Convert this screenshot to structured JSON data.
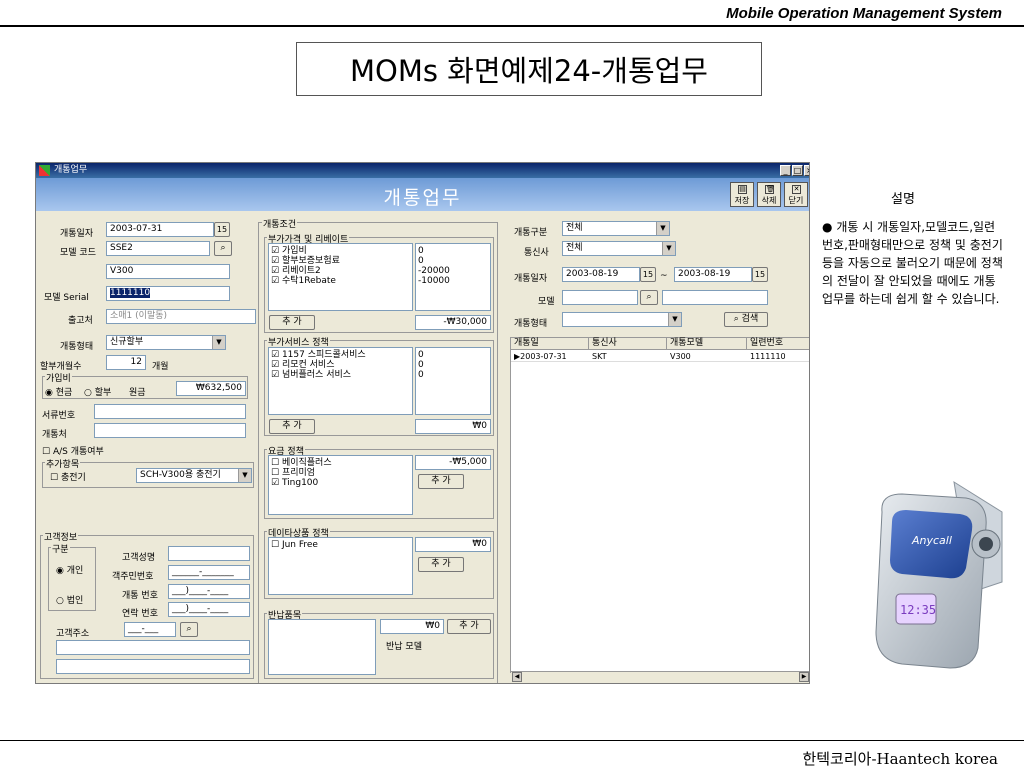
{
  "slide": {
    "header_title": "Mobile Operation Management System",
    "title": "MOMs 화면예제24-개통업무",
    "footer": "한텍코리아-Haantech korea"
  },
  "window": {
    "title": "개통업무",
    "controls": [
      "_",
      "□",
      "×"
    ],
    "banner_title": "개통업무",
    "toolbar": [
      {
        "label": "저장",
        "icon": "save-icon"
      },
      {
        "label": "삭제",
        "icon": "delete-icon"
      },
      {
        "label": "닫기",
        "icon": "close-icon"
      }
    ]
  },
  "left": {
    "open_date_label": "개통일자",
    "open_date": "2003-07-31",
    "calendar_glyph": "15",
    "model_code_label": "모델 코드",
    "model_code": "SSE2",
    "model_name": "V300",
    "serial_label": "모델 Serial",
    "serial": "1111110",
    "warehouse_label": "출고처",
    "warehouse": "소매1 (이말동)",
    "open_type_label": "개통형태",
    "open_type": "신규할부",
    "installment_label": "할부개월수",
    "installment": "12",
    "installment_unit": "개월",
    "fee_group": "가입비",
    "cash_label": "현금",
    "installment_opt_label": "할부",
    "principal_label": "원금",
    "principal": "₩632,500",
    "doc_no_label": "서류번호",
    "open_place_label": "개통처",
    "as_label": "A/S 개통여부",
    "extra_group": "추가항목",
    "charger_label": "충전기",
    "charger": "SCH-V300용 충전기",
    "customer_group": "고객정보",
    "type_group": "구분",
    "personal_label": "개인",
    "corporate_label": "법인",
    "cust_name_label": "고객성명",
    "resident_label": "객주민번호",
    "resident": "______-_______",
    "phone_label": "개통 번호",
    "phone": "___)____-____",
    "contact_label": "연락 번호",
    "contact": "___)____-____",
    "address_label": "고객주소",
    "zip": "___-___"
  },
  "middle": {
    "group_title": "개통조건",
    "addon_group": "부가가격 및 리베이트",
    "addon_items": [
      "가입비",
      "할부보증보험료",
      "리베이트2",
      "수탁1Rebate"
    ],
    "addon_values": [
      "0",
      "0",
      "-20000",
      "-10000"
    ],
    "addon_add": "추 가",
    "addon_total": "-₩30,000",
    "service_group": "부가서비스 정책",
    "service_items": [
      "1157 스피드콜서비스",
      "리모컨 서비스",
      "넘버플러스 서비스"
    ],
    "service_values": [
      "0",
      "0",
      "0"
    ],
    "service_add": "추 가",
    "service_total": "₩0",
    "rate_group": "요금 정책",
    "rate_items": [
      "베이직플러스",
      "프리미엄",
      "Ting100"
    ],
    "rate_checked": [
      false,
      false,
      true
    ],
    "rate_total": "-₩5,000",
    "rate_add": "추 가",
    "data_group": "데이타상품 정책",
    "data_items": [
      "Jun Free"
    ],
    "data_total": "₩0",
    "data_add": "추 가",
    "return_group": "반납품목",
    "return_total": "₩0",
    "return_add": "추 가",
    "return_model_label": "반납 모델"
  },
  "right": {
    "type_label": "개통구분",
    "type": "전체",
    "carrier_label": "통신사",
    "carrier": "전체",
    "date_label": "개통일자",
    "date_from": "2003-08-19",
    "tilde": "~",
    "date_to": "2003-08-19",
    "model_label": "모델",
    "form_label": "개통형태",
    "search_btn": "검색",
    "grid_headers": [
      "개통일",
      "통신사",
      "개통모델",
      "일련번호"
    ],
    "grid_rows": [
      [
        "2003-07-31",
        "SKT",
        "V300",
        "1111110"
      ]
    ]
  },
  "explanation": {
    "title": "설명",
    "bullet": "●",
    "text": "개통 시 개통일자,모델코드,일련번호,판매형태만으로 정책 및 충전기 등을 자동으로 불러오기 때문에 정책의 전달이 잘 안되었을 때에도 개통업무를 하는데 쉽게 할 수 있습니다."
  },
  "phone": {
    "brand": "Anycall",
    "time": "12:35"
  },
  "colors": {
    "banner": "#6e9bd6",
    "window": "#ece9d8",
    "titlebar": "#0a246a"
  }
}
